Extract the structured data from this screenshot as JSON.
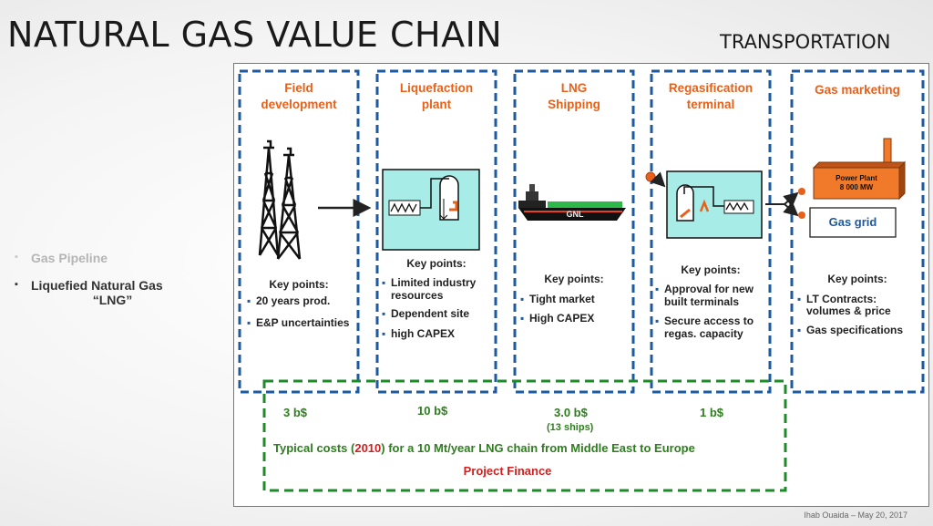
{
  "slide": {
    "title": "NATURAL GAS VALUE CHAIN",
    "subtitle": "TRANSPORTATION",
    "footer": "Ihab Ouaida – May 20, 2017"
  },
  "sidebar": {
    "items": [
      {
        "label": "Gas Pipeline",
        "state": "dim"
      },
      {
        "label_line1": "Liquefied Natural Gas",
        "label_line2": "“LNG”",
        "state": "active"
      }
    ]
  },
  "diagram": {
    "stages": [
      {
        "title1": "Field",
        "title2": "development",
        "key": "Key points:",
        "points": [
          "20 years prod.",
          "E&P uncertainties"
        ]
      },
      {
        "title1": "Liquefaction",
        "title2": "plant",
        "key": "Key points:",
        "points": [
          "Limited industry",
          "resources",
          "Dependent site",
          "high CAPEX"
        ]
      },
      {
        "title1": "LNG",
        "title2": "Shipping",
        "key": "Key points:",
        "points": [
          "Tight market",
          "High CAPEX"
        ]
      },
      {
        "title1": "Regasification",
        "title2": "terminal",
        "key": "Key points:",
        "points": [
          "Approval for new",
          "built terminals",
          "Secure access to",
          "regas. capacity"
        ]
      },
      {
        "title1": "Gas marketing",
        "key": "Key points:",
        "points": [
          "LT Contracts:",
          "volumes & price",
          "Gas specifications"
        ]
      }
    ],
    "ship_label": "GNL",
    "power_plant_line1": "Power Plant",
    "power_plant_line2": "8 000 MW",
    "gas_grid": "Gas grid",
    "costs": {
      "c1": "3 b$",
      "c2": "10 b$",
      "c3": "3.0 b$",
      "c3_note": "(13 ships)",
      "c4": "1 b$",
      "summary_pre": "Typical costs (",
      "summary_year": "2010",
      "summary_post": ") for a 10  Mt/year LNG chain  from Middle East to Europe",
      "finance": "Project Finance"
    },
    "colors": {
      "stage_title": "#e8611a",
      "blue_dash": "#1e5aa0",
      "green_dash": "#1f8a2a",
      "green_text": "#2e7d1e",
      "panel_fill": "#a8ece8",
      "power_plant": "#f07a2a",
      "year_red": "#d02020"
    }
  }
}
